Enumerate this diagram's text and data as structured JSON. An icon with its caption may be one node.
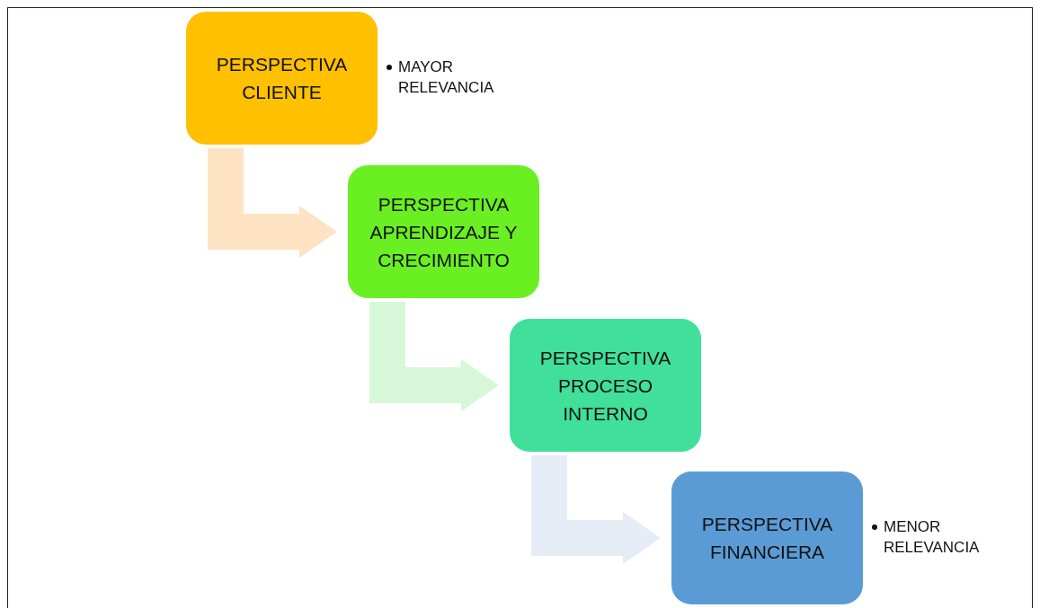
{
  "diagram": {
    "nodes": [
      {
        "text": [
          "PERSPECTIVA CLIENTE"
        ],
        "beside": [
          "MAYOR RELEVANCIA"
        ]
      },
      {
        "text": [
          "PERSPECTIVA APRENDIZAJE Y CRECIMIENTO"
        ]
      },
      {
        "text": [
          "PERSPECTIVA PROCESO INTERNO"
        ]
      },
      {
        "text": [
          "PERSPECTIVA FINANCIERA"
        ],
        "beside": [
          "MENOR RELEVANCIA"
        ]
      }
    ],
    "edges": [
      {
        "from": 0,
        "to": 1,
        "arrow": "to",
        "style": "thick",
        "color": "#fde3c3"
      },
      {
        "from": 1,
        "to": 2,
        "arrow": "to",
        "style": "thick",
        "color": "#d7f7d9"
      },
      {
        "from": 2,
        "to": 3,
        "arrow": "to",
        "style": "thick",
        "color": "#e6ecf5"
      }
    ]
  }
}
